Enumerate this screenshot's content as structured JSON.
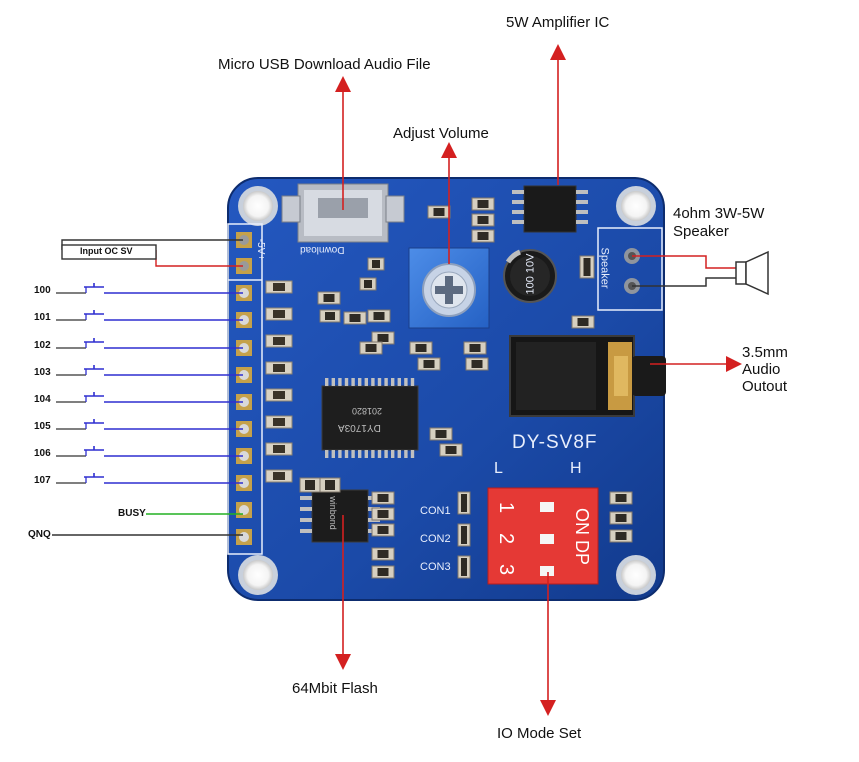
{
  "callouts": {
    "amplifier": "5W Amplifier IC",
    "usb": "Micro USB Download Audio File",
    "volume": "Adjust Volume",
    "speaker_line1": "4ohm 3W-5W",
    "speaker_line2": "Speaker",
    "audio_line1": "3.5mm",
    "audio_line2": "Audio",
    "audio_line3": "Outout",
    "flash": "64Mbit Flash",
    "io_mode": "IO Mode Set"
  },
  "power_input": "Input OC SV",
  "io_pins": [
    "100",
    "101",
    "102",
    "103",
    "104",
    "105",
    "106",
    "107"
  ],
  "busy_pin": "BUSY",
  "gnd_pin": "QNQ",
  "board": {
    "model": "DY-SV8F",
    "chip": "DY1703A",
    "chip_code": "201820",
    "flash_chip": "winbond",
    "capacitor": "100 10V",
    "speaker_silk": "Speaker",
    "usb_silk": "Download",
    "power_silk": "-5V+",
    "switch_left": "L",
    "switch_right": "H",
    "con_labels": [
      "CON1",
      "CON2",
      "CON3"
    ],
    "dip_numbers": [
      "1",
      "2",
      "3"
    ],
    "dip_text": "ON DP"
  },
  "colors": {
    "board": "#1b4aa8",
    "board_dark": "#10327a",
    "arrow": "#d42020",
    "io_wire": "#2f2fd0",
    "busy_wire": "#22b022",
    "dip_switch": "#e53935"
  }
}
